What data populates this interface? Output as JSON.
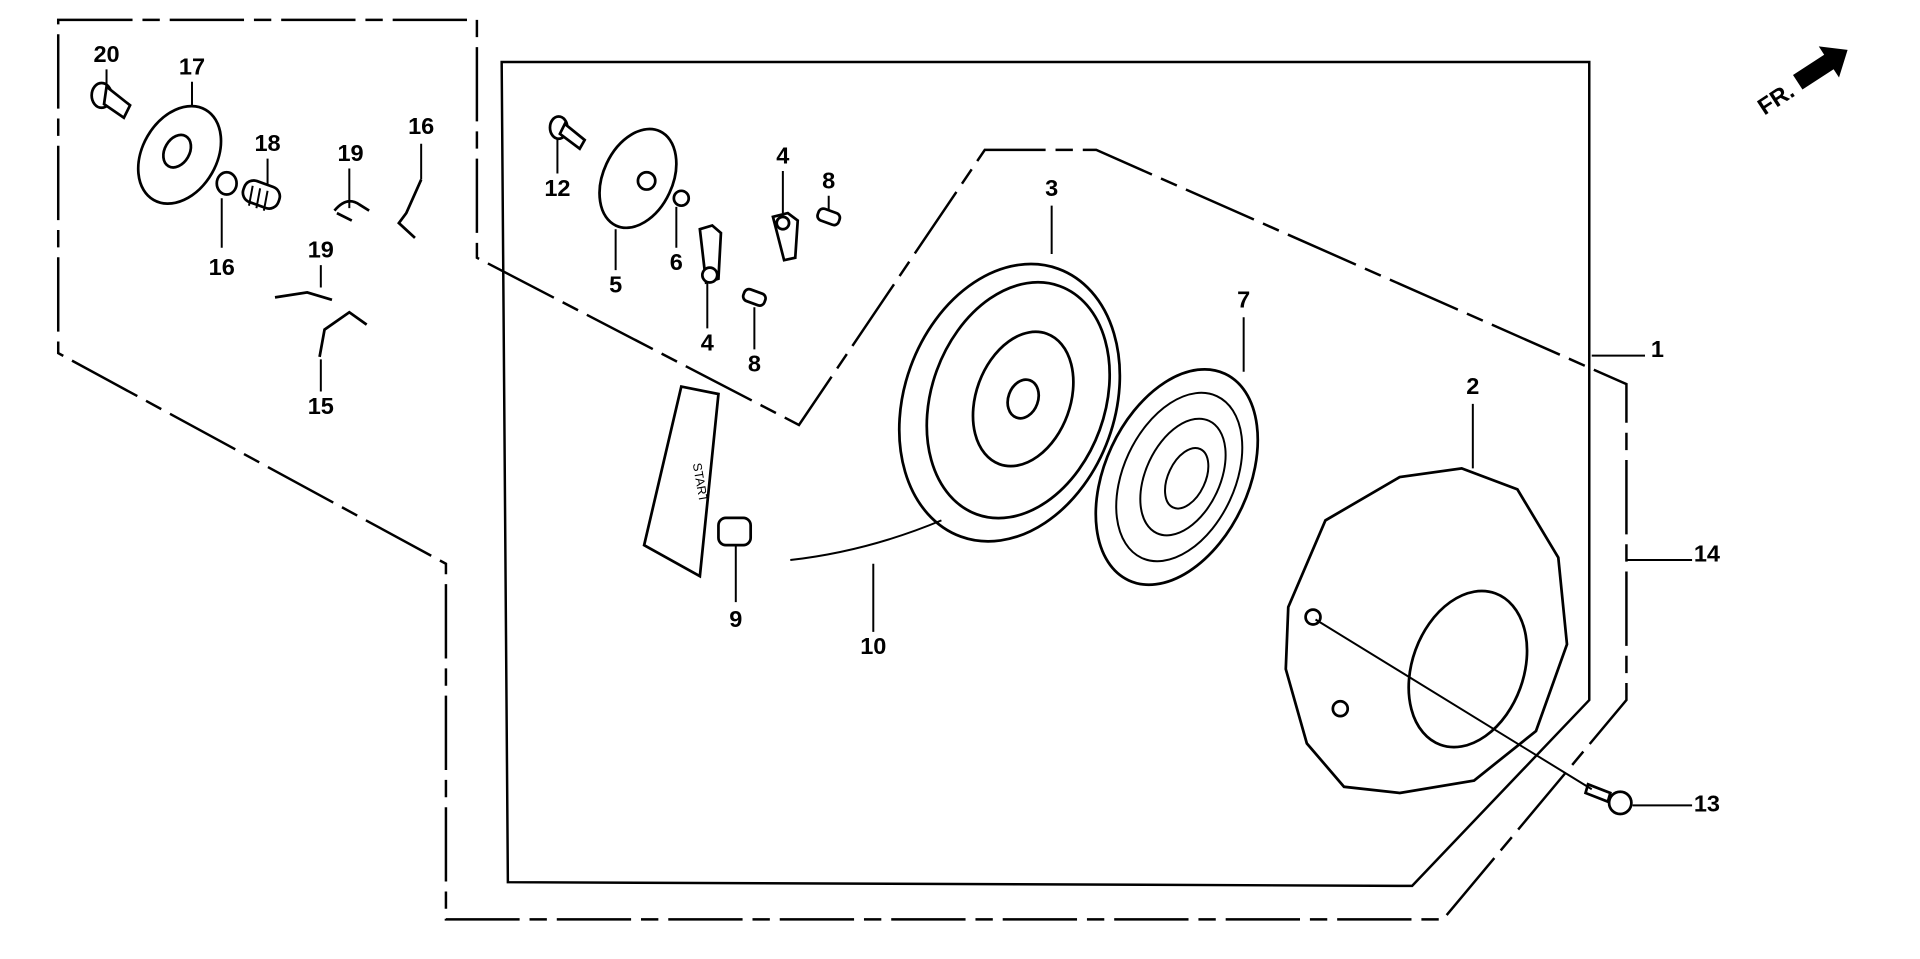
{
  "diagram": {
    "direction_marker": "FR.",
    "labels": {
      "p20": "20",
      "p17": "17",
      "p18": "18",
      "p19a": "19",
      "p16a": "16",
      "p16b": "16",
      "p19b": "19",
      "p15": "15",
      "p12": "12",
      "p5": "5",
      "p6": "6",
      "p4a": "4",
      "p8a": "8",
      "p4b": "4",
      "p8b": "8",
      "p3": "3",
      "p7": "7",
      "p1": "1",
      "p2": "2",
      "p14": "14",
      "p9": "9",
      "p10": "10",
      "p13": "13"
    },
    "handle_text": "START"
  }
}
